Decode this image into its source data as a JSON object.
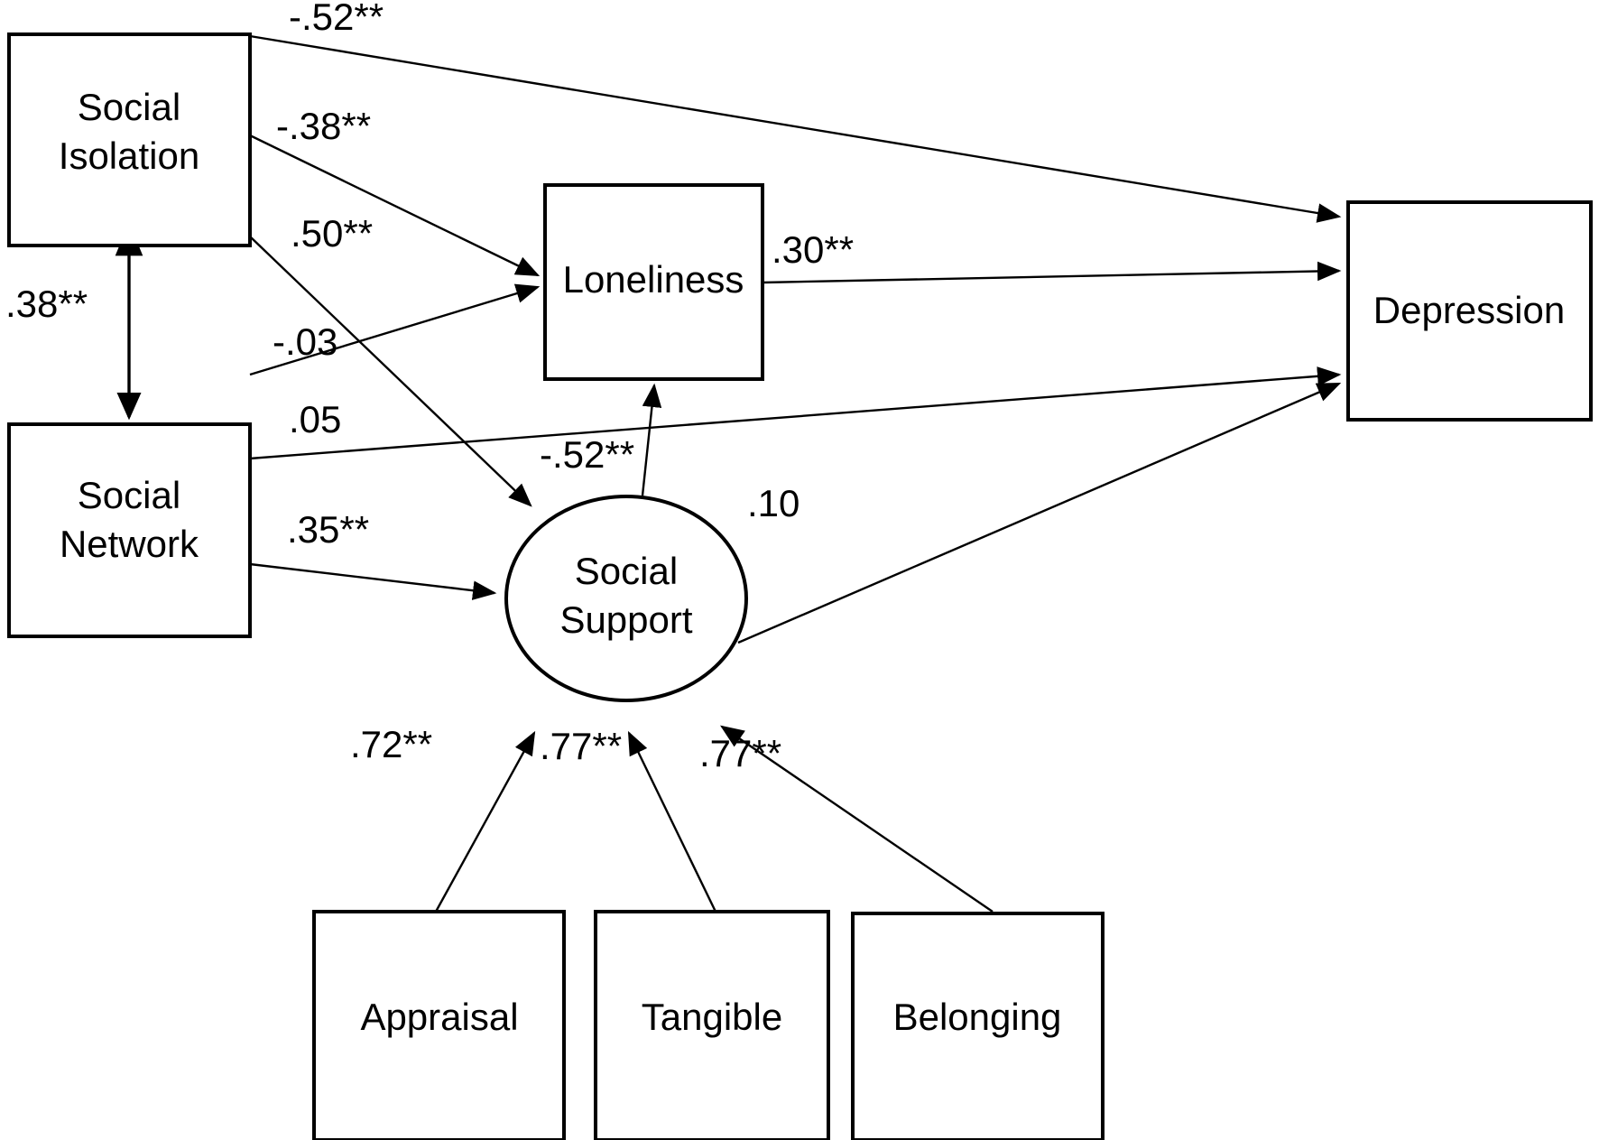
{
  "diagram": {
    "type": "structural-equation-model",
    "background_color": "#ffffff",
    "stroke_color": "#000000",
    "nodes": [
      {
        "id": "social_isolation",
        "label": "Social Isolation",
        "line1": "Social",
        "line2": "Isolation",
        "shape": "rectangle",
        "role": "observed"
      },
      {
        "id": "social_network",
        "label": "Social Network",
        "line1": "Social",
        "line2": "Network",
        "shape": "rectangle",
        "role": "observed"
      },
      {
        "id": "loneliness",
        "label": "Loneliness",
        "line1": "Loneliness",
        "line2": "",
        "shape": "rectangle",
        "role": "observed"
      },
      {
        "id": "social_support",
        "label": "Social Support",
        "line1": "Social",
        "line2": "Support",
        "shape": "ellipse",
        "role": "latent"
      },
      {
        "id": "depression",
        "label": "Depression",
        "line1": "Depression",
        "line2": "",
        "shape": "rectangle",
        "role": "observed"
      },
      {
        "id": "appraisal",
        "label": "Appraisal",
        "line1": "Appraisal",
        "line2": "",
        "shape": "rectangle",
        "role": "indicator"
      },
      {
        "id": "tangible",
        "label": "Tangible",
        "line1": "Tangible",
        "line2": "",
        "shape": "rectangle",
        "role": "indicator"
      },
      {
        "id": "belonging",
        "label": "Belonging",
        "line1": "Belonging",
        "line2": "",
        "shape": "rectangle",
        "role": "indicator"
      }
    ],
    "paths": [
      {
        "id": "iso_dep",
        "from": "social_isolation",
        "to": "depression",
        "coefficient": "-.52**",
        "value": -0.52,
        "significant": true,
        "arrow": "single"
      },
      {
        "id": "iso_lon",
        "from": "social_isolation",
        "to": "loneliness",
        "coefficient": "-.38**",
        "value": -0.38,
        "significant": true,
        "arrow": "single"
      },
      {
        "id": "iso_sup",
        "from": "social_isolation",
        "to": "social_support",
        "coefficient": ".50**",
        "value": 0.5,
        "significant": true,
        "arrow": "single"
      },
      {
        "id": "net_lon",
        "from": "social_network",
        "to": "loneliness",
        "coefficient": "-.03",
        "value": -0.03,
        "significant": false,
        "arrow": "single"
      },
      {
        "id": "net_dep",
        "from": "social_network",
        "to": "depression",
        "coefficient": ".05",
        "value": 0.05,
        "significant": false,
        "arrow": "single"
      },
      {
        "id": "net_sup",
        "from": "social_network",
        "to": "social_support",
        "coefficient": ".35**",
        "value": 0.35,
        "significant": true,
        "arrow": "single"
      },
      {
        "id": "lon_dep",
        "from": "loneliness",
        "to": "depression",
        "coefficient": ".30**",
        "value": 0.3,
        "significant": true,
        "arrow": "single"
      },
      {
        "id": "sup_lon",
        "from": "social_support",
        "to": "loneliness",
        "coefficient": "-.52**",
        "value": -0.52,
        "significant": true,
        "arrow": "single"
      },
      {
        "id": "sup_dep",
        "from": "social_support",
        "to": "depression",
        "coefficient": ".10",
        "value": 0.1,
        "significant": false,
        "arrow": "single"
      },
      {
        "id": "iso_net",
        "from": "social_isolation",
        "to": "social_network",
        "coefficient": ".38**",
        "value": 0.38,
        "significant": true,
        "arrow": "double"
      },
      {
        "id": "appr_sup",
        "from": "appraisal",
        "to": "social_support",
        "coefficient": ".72**",
        "value": 0.72,
        "significant": true,
        "arrow": "single"
      },
      {
        "id": "tang_sup",
        "from": "tangible",
        "to": "social_support",
        "coefficient": ".77**",
        "value": 0.77,
        "significant": true,
        "arrow": "single"
      },
      {
        "id": "belo_sup",
        "from": "belonging",
        "to": "social_support",
        "coefficient": ".77**",
        "value": 0.77,
        "significant": true,
        "arrow": "single"
      }
    ]
  }
}
